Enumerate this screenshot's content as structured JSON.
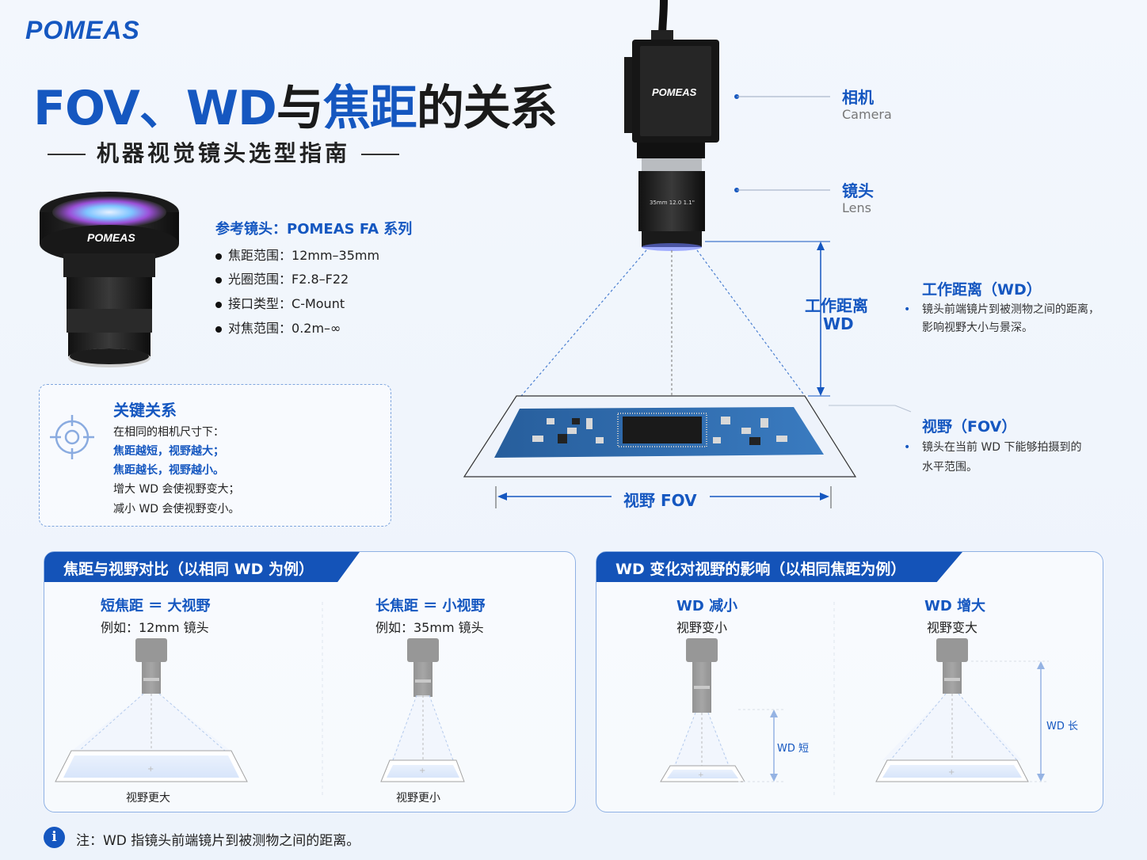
{
  "brand": "POMEAS",
  "title": {
    "part1": "FOV、WD",
    "part2": "与",
    "part3": "焦距",
    "part4": "的关系"
  },
  "subtitle": "机器视觉镜头选型指南",
  "reference": {
    "title": "参考镜头：POMEAS FA 系列",
    "specs": [
      {
        "label": "焦距范围：",
        "value": "12mm–35mm"
      },
      {
        "label": "光圈范围：",
        "value": "F2.8–F22"
      },
      {
        "label": "接口类型：",
        "value": "C-Mount"
      },
      {
        "label": "对焦范围：",
        "value": "0.2m–∞"
      }
    ]
  },
  "key_relation": {
    "title": "关键关系",
    "lines": [
      "在相同的相机尺寸下：",
      "焦距越短，视野越大；",
      "焦距越长，视野越小。",
      "增大 WD 会使视野变大；",
      "减小 WD 会使视野变小。"
    ]
  },
  "labels": {
    "camera_cn": "相机",
    "camera_en": "Camera",
    "lens_cn": "镜头",
    "lens_en": "Lens",
    "wd_cn": "工作距离",
    "wd_en": "WD",
    "fov_bottom": "视野 FOV"
  },
  "descriptions": {
    "wd_title": "工作距离（WD）",
    "wd_lines": [
      "镜头前端镜片到被测物之间的距离，",
      "影响视野大小与景深。"
    ],
    "fov_title": "视野（FOV）",
    "fov_lines": [
      "镜头在当前 WD 下能够拍摄到的",
      "水平范围。"
    ]
  },
  "panel_left": {
    "title": "焦距与视野对比（以相同 WD 为例）",
    "short": {
      "heading": "短焦距 ＝ 大视野",
      "example": "例如：12mm 镜头",
      "caption": "视野更大"
    },
    "long": {
      "heading": "长焦距 ＝ 小视野",
      "example": "例如：35mm 镜头",
      "caption": "视野更小"
    }
  },
  "panel_right": {
    "title": "WD 变化对视野的影响（以相同焦距为例）",
    "small": {
      "heading": "WD 减小",
      "sub": "视野变小",
      "tag": "WD 短"
    },
    "large": {
      "heading": "WD 增大",
      "sub": "视野变大",
      "tag": "WD 长"
    }
  },
  "note": "注：WD 指镜头前端镜片到被测物之间的距离。",
  "colors": {
    "accent": "#1557c0",
    "panel_header": "#1453b8",
    "pcb": "#2f6fb0"
  }
}
